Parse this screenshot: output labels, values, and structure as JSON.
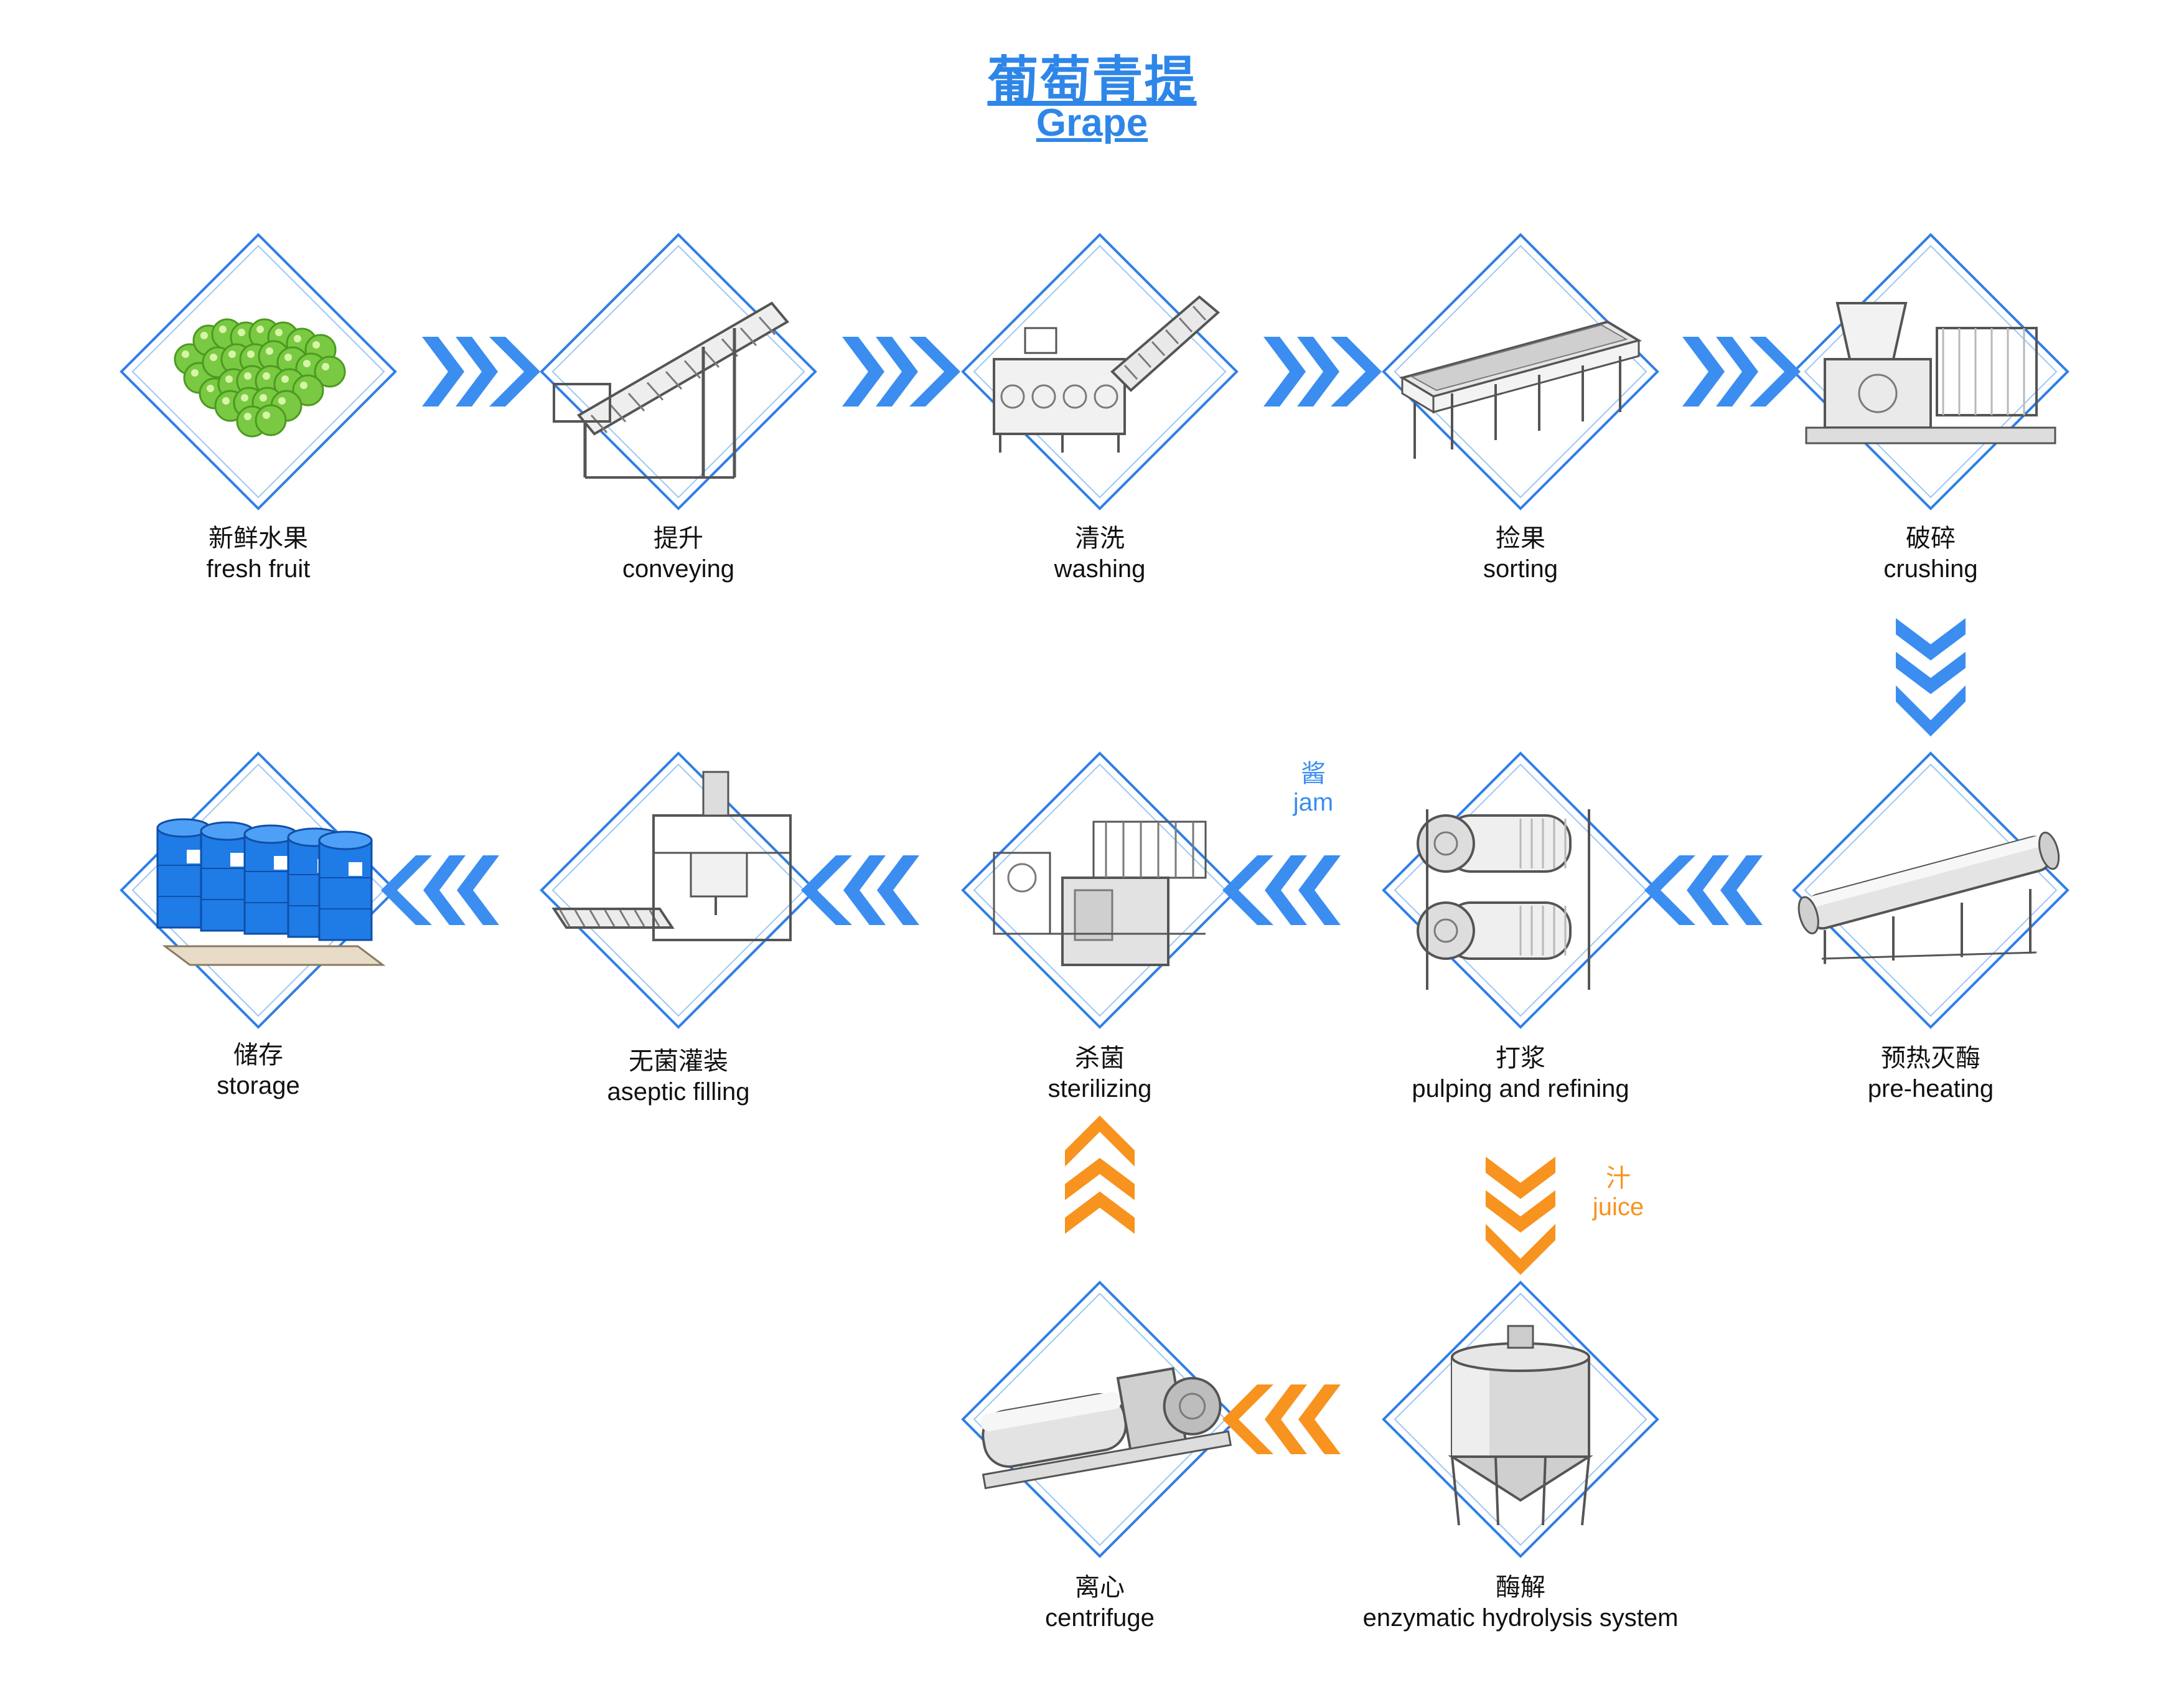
{
  "title": {
    "cn": "葡萄青提",
    "en": "Grape"
  },
  "colors": {
    "blue": "#3b8df0",
    "orange": "#f7931e",
    "diamond": "#2f7fe6"
  },
  "nodes": [
    {
      "id": "fresh-fruit",
      "cn": "新鲜水果",
      "en": "fresh fruit",
      "icon": "grape-bunch-icon"
    },
    {
      "id": "conveying",
      "cn": "提升",
      "en": "conveying",
      "icon": "elevator-conveyor-icon"
    },
    {
      "id": "washing",
      "cn": "清洗",
      "en": "washing",
      "icon": "washing-machine-icon"
    },
    {
      "id": "sorting",
      "cn": "捡果",
      "en": "sorting",
      "icon": "sorting-table-icon"
    },
    {
      "id": "crushing",
      "cn": "破碎",
      "en": "crushing",
      "icon": "crusher-icon"
    },
    {
      "id": "pre-heating",
      "cn": "预热灭酶",
      "en": "pre-heating",
      "icon": "tube-preheater-icon"
    },
    {
      "id": "pulping",
      "cn": "打浆",
      "en": "pulping and refining",
      "icon": "pulper-refiner-icon"
    },
    {
      "id": "sterilizing",
      "cn": "杀菌",
      "en": "sterilizing",
      "icon": "sterilizer-icon"
    },
    {
      "id": "aseptic-filling",
      "cn": "无菌灌装",
      "en": "aseptic filling",
      "icon": "aseptic-filler-icon"
    },
    {
      "id": "storage",
      "cn": "储存",
      "en": "storage",
      "icon": "storage-drums-icon"
    },
    {
      "id": "enzymatic",
      "cn": "酶解",
      "en": "enzymatic hydrolysis system",
      "icon": "enzyme-tank-icon"
    },
    {
      "id": "centrifuge",
      "cn": "离心",
      "en": "centrifuge",
      "icon": "centrifuge-icon"
    }
  ],
  "branches": {
    "jam": {
      "cn": "酱",
      "en": "jam"
    },
    "juice": {
      "cn": "汁",
      "en": "juice"
    }
  }
}
